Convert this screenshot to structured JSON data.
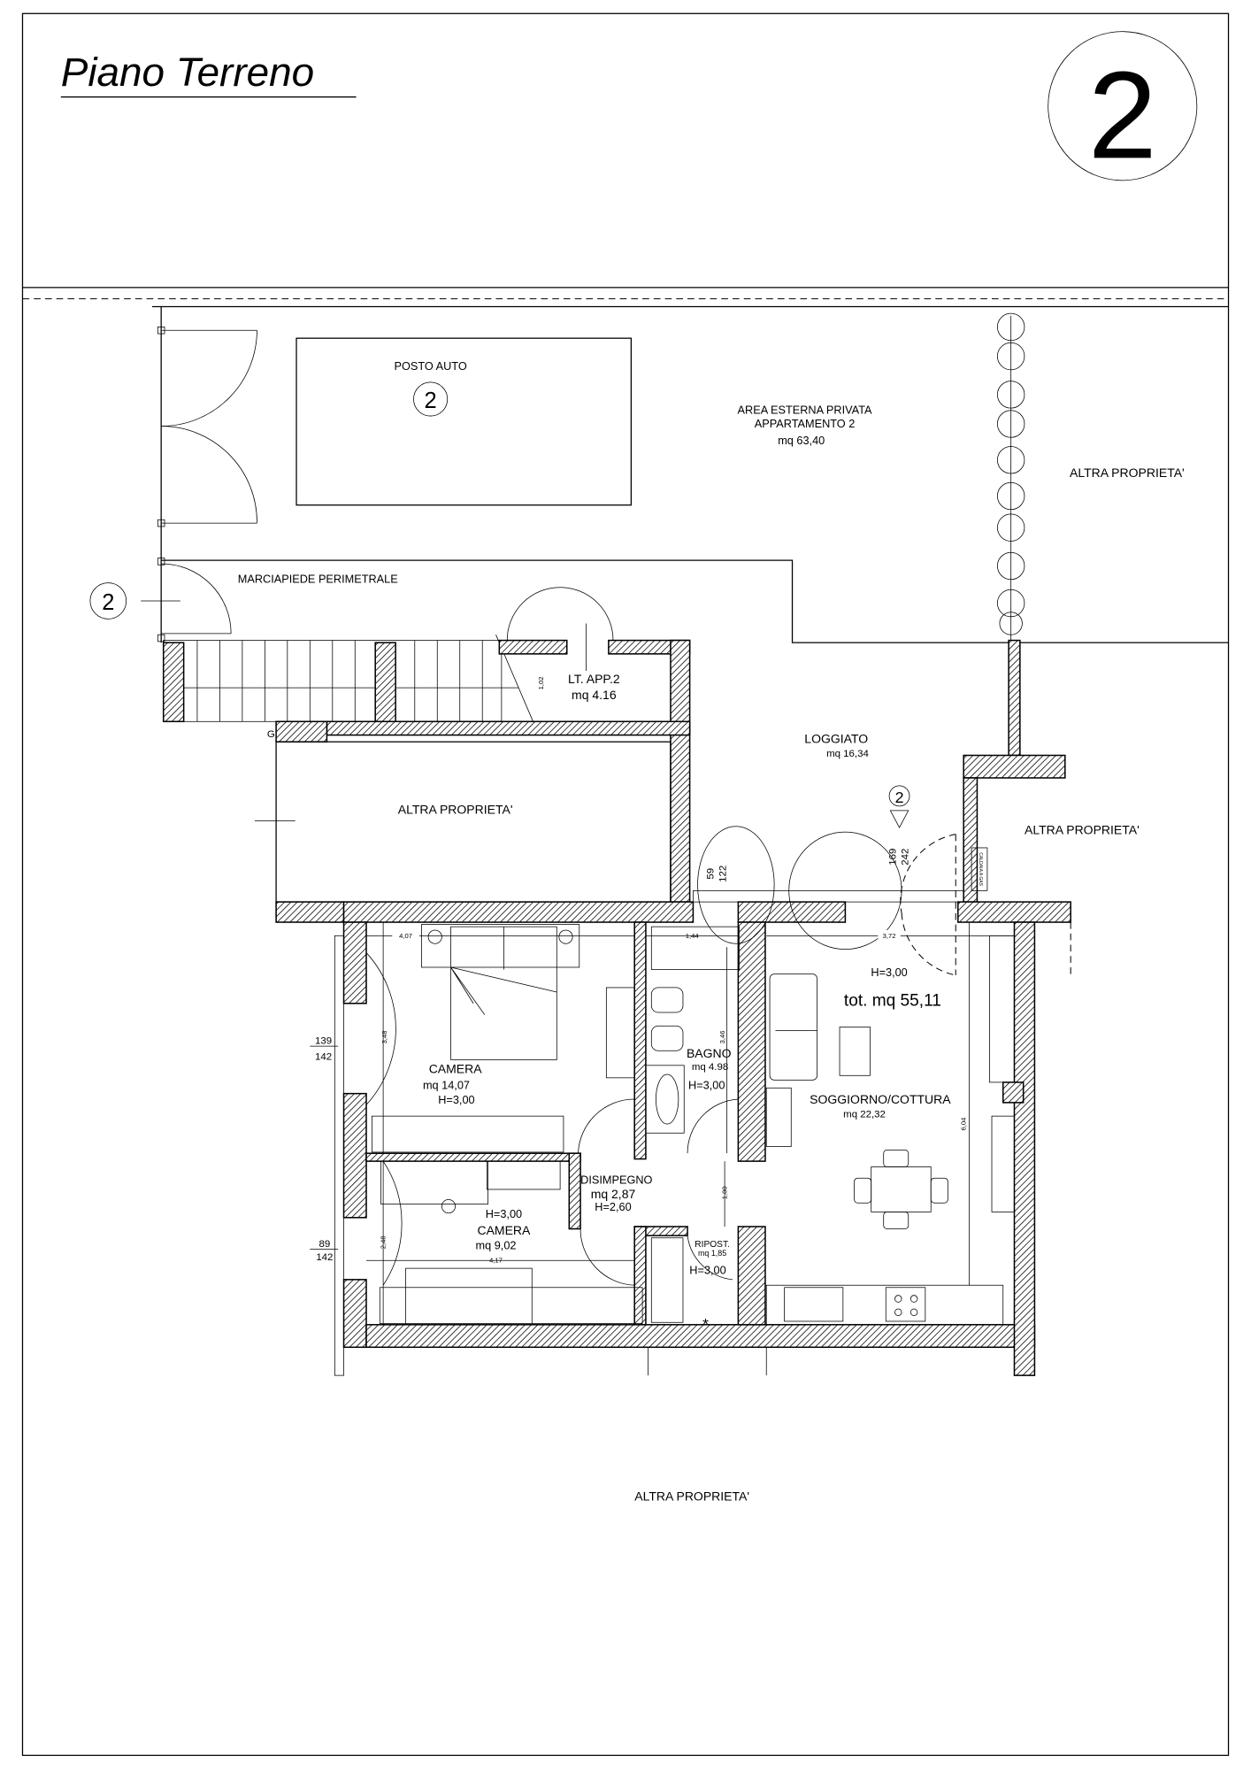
{
  "header": {
    "title": "Piano Terreno",
    "sheet_number": "2"
  },
  "outdoor": {
    "parking_label": "POSTO AUTO",
    "parking_number": "2",
    "private_area_line1": "AREA ESTERNA PRIVATA",
    "private_area_line2": "APPARTAMENTO 2",
    "private_area_size": "mq 63,40",
    "sidewalk_label": "MARCIAPIEDE PERIMETRALE",
    "entrance_marker": "2",
    "neighbor_right_top": "ALTRA PROPRIETA'",
    "neighbor_left_mid": "ALTRA PROPRIETA'",
    "neighbor_right_mid": "ALTRA PROPRIETA'",
    "neighbor_bottom": "ALTRA PROPRIETA'"
  },
  "rooms": {
    "lt_app": {
      "name": "LT. APP.2",
      "area": "mq 4.16",
      "dim": "1,02"
    },
    "loggiato": {
      "name": "LOGGIATO",
      "area": "mq 16,34",
      "marker": "2"
    },
    "camera1": {
      "name": "CAMERA",
      "area": "mq 14,07",
      "height": "H=3,00",
      "width_dim": "4,07",
      "depth_dim": "3,48"
    },
    "camera2": {
      "name": "CAMERA",
      "area": "mq 9,02",
      "height": "H=3,00",
      "width_dim": "4,17",
      "depth_dim": "2,48"
    },
    "bagno": {
      "name": "BAGNO",
      "area": "mq 4.98",
      "height": "H=3,00",
      "width_dim": "1,44",
      "depth_dim": "3,46"
    },
    "disimpegno": {
      "name": "DISIMPEGNO",
      "area": "mq 2,87",
      "height": "H=2,60",
      "dim": "1,00"
    },
    "ripostiglio": {
      "name": "RIPOST.",
      "area": "mq 1,85",
      "height": "H=3,00"
    },
    "soggiorno": {
      "name": "SOGGIORNO/COTTURA",
      "area": "mq 22,32",
      "height": "H=3,00",
      "width_dim": "3,72",
      "depth_dim": "6,04"
    },
    "total": "tot. mq 55,11"
  },
  "windows": {
    "w1_top": "139",
    "w1_bottom": "142",
    "w2_top": "89",
    "w2_bottom": "142",
    "door1_top": "59",
    "door1_bottom": "122",
    "door2_top": "169",
    "door2_bottom": "242"
  },
  "boiler_label": "CALDAIA A GAS"
}
